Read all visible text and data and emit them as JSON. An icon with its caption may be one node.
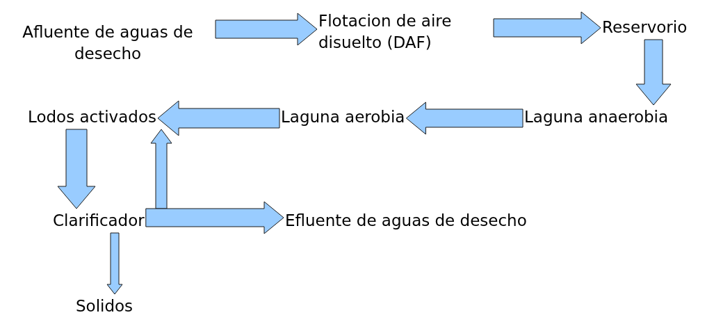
{
  "diagram": {
    "nodes": [
      {
        "text": [
          "Afluente de aguas de desecho"
        ]
      },
      {
        "text": [
          "Flotacion de aire disuelto (DAF)"
        ]
      },
      {
        "text": [
          "Reservorio"
        ]
      },
      {
        "text": [
          "Laguna anaerobia"
        ]
      },
      {
        "text": [
          "Laguna aerobia"
        ]
      },
      {
        "text": [
          "Lodos activados"
        ]
      },
      {
        "text": [
          "Clarificador"
        ]
      },
      {
        "text": [
          "Efluente de aguas de desecho"
        ]
      },
      {
        "text": [
          "Solidos"
        ]
      }
    ],
    "edges": [
      {
        "from": 0,
        "to": 1,
        "arrow": "to"
      },
      {
        "from": 1,
        "to": 2,
        "arrow": "to"
      },
      {
        "from": 2,
        "to": 3,
        "arrow": "to"
      },
      {
        "from": 3,
        "to": 4,
        "arrow": "to"
      },
      {
        "from": 4,
        "to": 5,
        "arrow": "to"
      },
      {
        "from": 5,
        "to": 6,
        "arrow": "to"
      },
      {
        "from": 6,
        "to": 5,
        "arrow": "to"
      },
      {
        "from": 6,
        "to": 7,
        "arrow": "to"
      },
      {
        "from": 6,
        "to": 8,
        "arrow": "to"
      }
    ]
  }
}
